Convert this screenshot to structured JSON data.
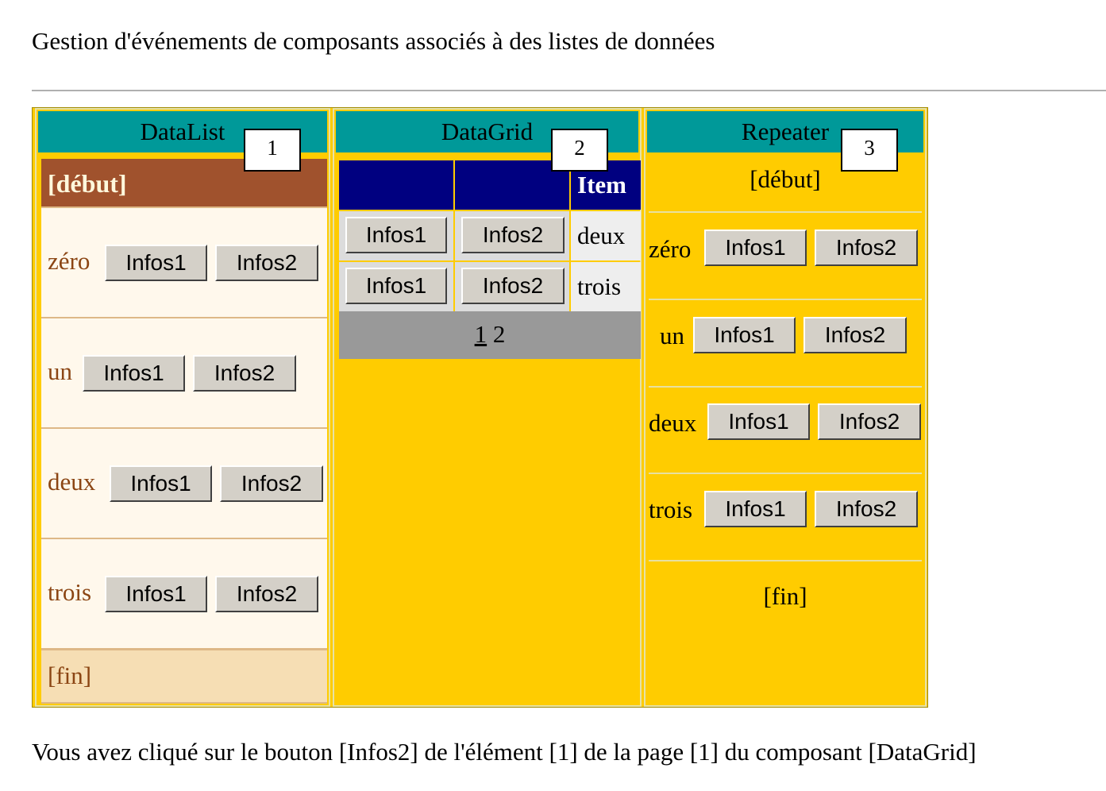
{
  "page": {
    "title": "Gestion d'événements de composants associés à des listes de données",
    "status": "Vous avez cliqué sur le bouton [Infos2] de l'élément [1] de la page [1] du composant [DataGrid]"
  },
  "datalist": {
    "header": "DataList",
    "marker": "1",
    "begin": "[début]",
    "end": "[fin]",
    "items": [
      {
        "label": "zéro",
        "btn1": "Infos1",
        "btn2": "Infos2"
      },
      {
        "label": "un",
        "btn1": "Infos1",
        "btn2": "Infos2"
      },
      {
        "label": "deux",
        "btn1": "Infos1",
        "btn2": "Infos2"
      },
      {
        "label": "trois",
        "btn1": "Infos1",
        "btn2": "Infos2"
      }
    ]
  },
  "datagrid": {
    "header": "DataGrid",
    "marker": "2",
    "columns": [
      "",
      "",
      "Item"
    ],
    "rows": [
      {
        "btn1": "Infos1",
        "btn2": "Infos2",
        "item": "deux"
      },
      {
        "btn1": "Infos1",
        "btn2": "Infos2",
        "item": "trois"
      }
    ],
    "pager": {
      "current": "1",
      "other": "2"
    }
  },
  "repeater": {
    "header": "Repeater",
    "marker": "3",
    "begin": "[début]",
    "end": "[fin]",
    "items": [
      {
        "label": "zéro",
        "btn1": "Infos1",
        "btn2": "Infos2"
      },
      {
        "label": "un",
        "btn1": "Infos1",
        "btn2": "Infos2"
      },
      {
        "label": "deux",
        "btn1": "Infos1",
        "btn2": "Infos2"
      },
      {
        "label": "trois",
        "btn1": "Infos1",
        "btn2": "Infos2"
      }
    ]
  },
  "colors": {
    "header_teal": "#009999",
    "panel_gold": "#ffcc00",
    "datalist_header": "#a0522d",
    "datagrid_header": "#000080",
    "pager_gray": "#999999",
    "button_face": "#d4d0c8"
  }
}
